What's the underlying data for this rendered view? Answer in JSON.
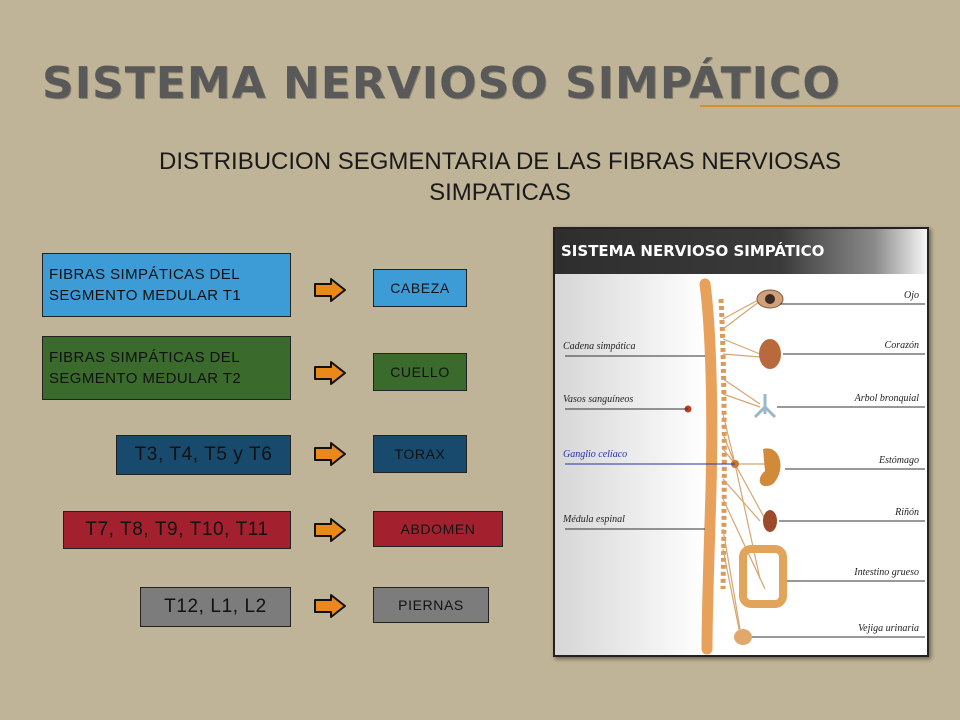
{
  "title": "Sistema nervioso simpático",
  "subtitle_line1": "DISTRIBUCION SEGMENTARIA DE LAS FIBRAS NERVIOSAS",
  "subtitle_line2": "SIMPATICAS",
  "rows": [
    {
      "source": "FIBRAS SIMPÁTICAS DEL SEGMENTO MEDULAR T1",
      "target": "CABEZA",
      "source_color": "#3d9bd6",
      "target_color": "#3d9bd6"
    },
    {
      "source": "FIBRAS SIMPÁTICAS DEL SEGMENTO MEDULAR T2",
      "target": "CUELLO",
      "source_color": "#3a6a2c",
      "target_color": "#3a6a2c"
    },
    {
      "source": "T3, T4, T5 y T6",
      "target": "TORAX",
      "source_color": "#174a6c",
      "target_color": "#174a6c"
    },
    {
      "source": "T7, T8, T9, T10, T11",
      "target": "ABDOMEN",
      "source_color": "#a3212e",
      "target_color": "#a3212e"
    },
    {
      "source": "T12, L1, L2",
      "target": "PIERNAS",
      "source_color": "#7c7c7c",
      "target_color": "#7c7c7c"
    }
  ],
  "arrow_icon": "right-arrow-icon",
  "arrow_color": "#e8891a",
  "illustration": {
    "title": "SISTEMA NERVIOSO SIMPÁTICO",
    "left_labels": [
      "Cadena simpática",
      "Vasos sanguíneos",
      "Ganglio celíaco",
      "Médula espinal"
    ],
    "right_labels": [
      "Ojo",
      "Corazón",
      "Arbol bronquial",
      "Estómago",
      "Riñón",
      "Intestino grueso",
      "Vejiga urinaria"
    ]
  }
}
